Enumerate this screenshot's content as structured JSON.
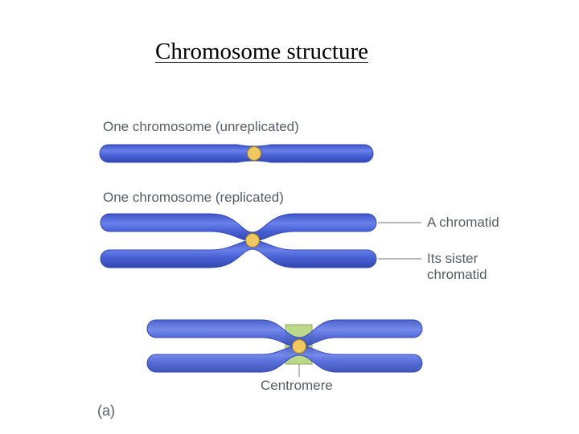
{
  "title": "Chromosome structure",
  "labels": {
    "unreplicated": "One chromosome (unreplicated)",
    "replicated": "One chromosome (replicated)",
    "chromatid": "A chromatid",
    "sister_line1": "Its sister",
    "sister_line2": "chromatid",
    "centromere": "Centromere",
    "panel": "(a)"
  },
  "colors": {
    "chromosome_fill": "#4a63d6",
    "chromosome_edge": "#3348b8",
    "chromosome_highlight": "#8b9cf0",
    "centromere_dot": "#f0c860",
    "centromere_box": "#bcd98a",
    "leader_line": "#8a9098",
    "label_text": "#555e66"
  }
}
